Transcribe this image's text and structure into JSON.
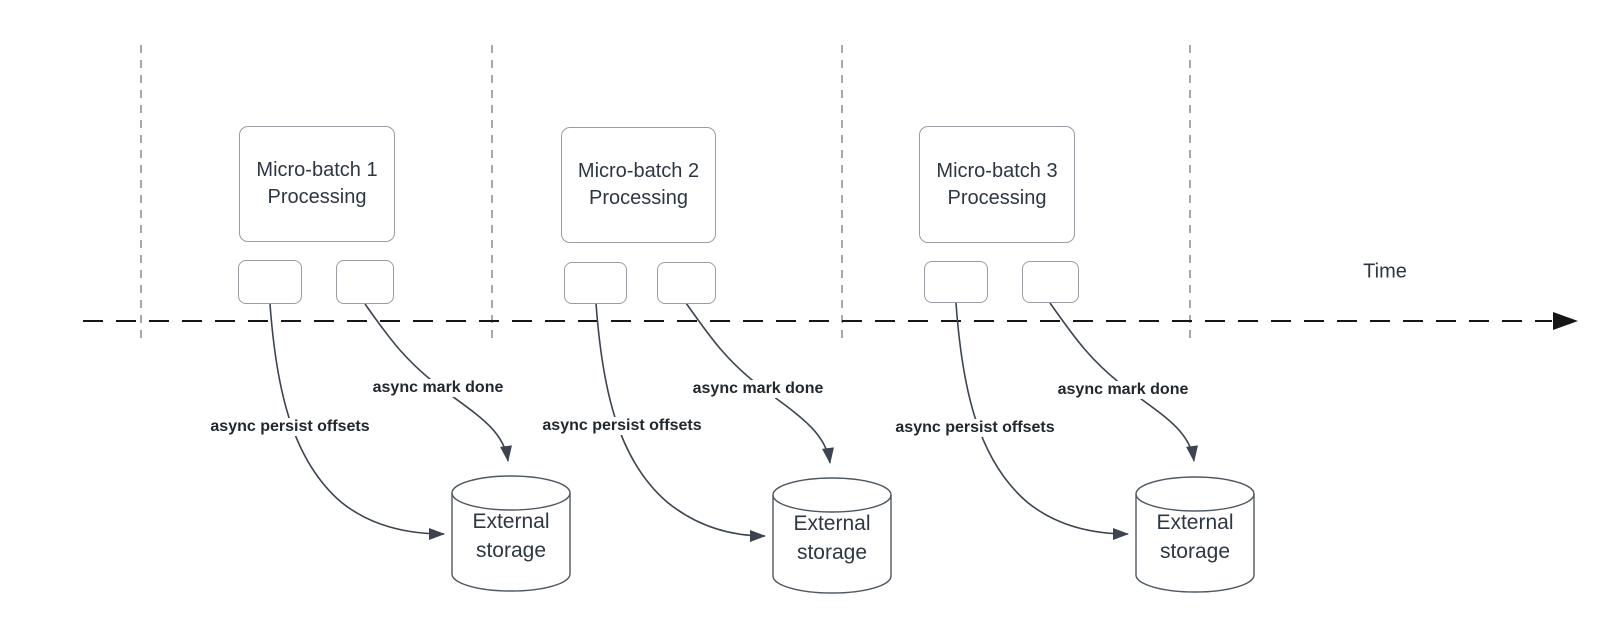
{
  "colors": {
    "background": "#ffffff",
    "shape_border": "#989da3",
    "cylinder_border": "#4f5861",
    "connector": "#3b4450",
    "axis": "#161616",
    "guide_line": "#a8a8a8",
    "text": "#2d3743",
    "label_text": "#21282e"
  },
  "axis": {
    "label": "Time"
  },
  "batches": [
    {
      "title_lines": [
        "Micro-batch 1",
        "Processing"
      ],
      "persist_label": "async persist offsets",
      "done_label": "async mark done",
      "storage_lines": [
        "External",
        "storage"
      ]
    },
    {
      "title_lines": [
        "Micro-batch 2",
        "Processing"
      ],
      "persist_label": "async persist offsets",
      "done_label": "async mark done",
      "storage_lines": [
        "External",
        "storage"
      ]
    },
    {
      "title_lines": [
        "Micro-batch 3",
        "Processing"
      ],
      "persist_label": "async persist offsets",
      "done_label": "async mark done",
      "storage_lines": [
        "External",
        "storage"
      ]
    }
  ]
}
